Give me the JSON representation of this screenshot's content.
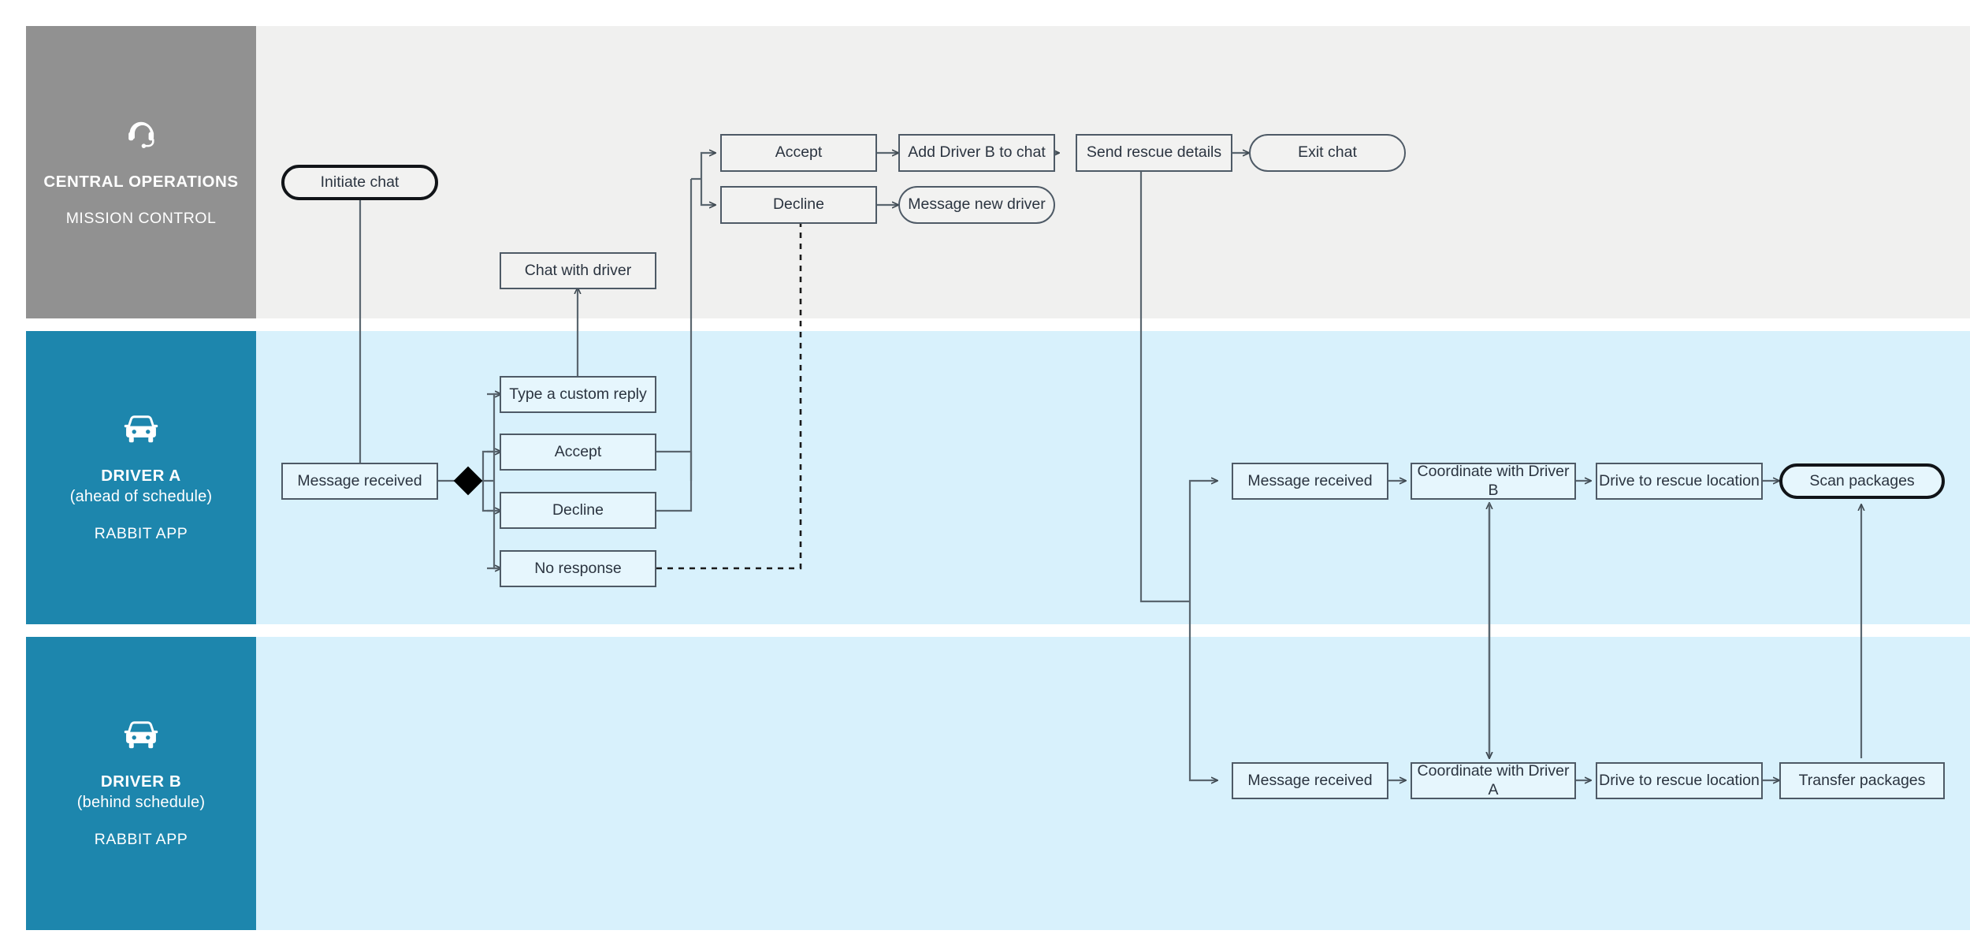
{
  "diagram": {
    "title": "Driver rescue coordination swimlane flow",
    "colors": {
      "lane_ops_header": "#919191",
      "lane_ops_band": "#f0f0ef",
      "lane_driver_header": "#1d86ad",
      "lane_driver_band": "#d8f1fc",
      "node_fill_gray": "#f2f2f1",
      "node_fill_blue": "#e6f6fd",
      "node_stroke": "#4e5a66",
      "node_stroke_bold": "#111418",
      "text": "#2b3440",
      "wire": "#5a666f",
      "decision_diamond": "#000000"
    }
  },
  "lanes": [
    {
      "id": "central-operations",
      "icon": "headset-icon",
      "title": "CENTRAL OPERATIONS",
      "subtitle": "",
      "app": "MISSION CONTROL"
    },
    {
      "id": "driver-a",
      "icon": "car-front-icon",
      "title": "DRIVER A",
      "subtitle": "(ahead of schedule)",
      "app": "RABBIT APP"
    },
    {
      "id": "driver-b",
      "icon": "car-front-icon",
      "title": "DRIVER B",
      "subtitle": "(behind schedule)",
      "app": "RABBIT APP"
    }
  ],
  "nodes": {
    "initiate_chat": "Initiate chat",
    "ops_accept": "Accept",
    "ops_decline": "Decline",
    "add_driver_b": "Add Driver B to chat",
    "send_rescue_details": "Send rescue details",
    "exit_chat": "Exit chat",
    "message_new_driver": "Message new driver",
    "chat_with_driver": "Chat with driver",
    "a_message_received": "Message received",
    "a_custom_reply": "Type a custom reply",
    "a_accept": "Accept",
    "a_decline": "Decline",
    "a_no_response": "No response",
    "a_message_received_2": "Message received",
    "a_coordinate_b": "Coordinate with Driver B",
    "a_drive_rescue": "Drive to rescue location",
    "a_scan_packages": "Scan packages",
    "b_message_received": "Message received",
    "b_coordinate_a": "Coordinate with Driver A",
    "b_drive_rescue": "Drive to rescue location",
    "b_transfer_packages": "Transfer packages"
  }
}
